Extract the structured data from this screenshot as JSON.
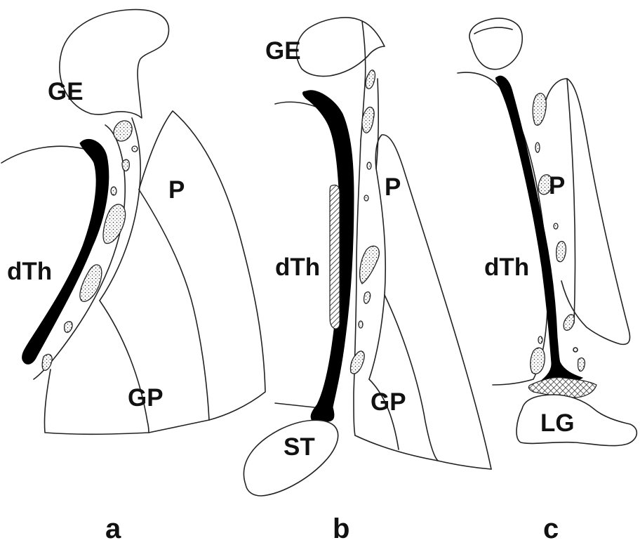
{
  "panels": [
    {
      "letter": "a",
      "regions": {
        "ge": "GE",
        "dth": "dTh",
        "p": "P",
        "gp": "GP"
      }
    },
    {
      "letter": "b",
      "regions": {
        "ge": "GE",
        "dth": "dTh",
        "p": "P",
        "gp": "GP",
        "st": "ST"
      }
    },
    {
      "letter": "c",
      "regions": {
        "dth": "dTh",
        "p": "P",
        "lg": "LG"
      }
    }
  ],
  "colors": {
    "ink": "#111111",
    "background": "#ffffff"
  }
}
